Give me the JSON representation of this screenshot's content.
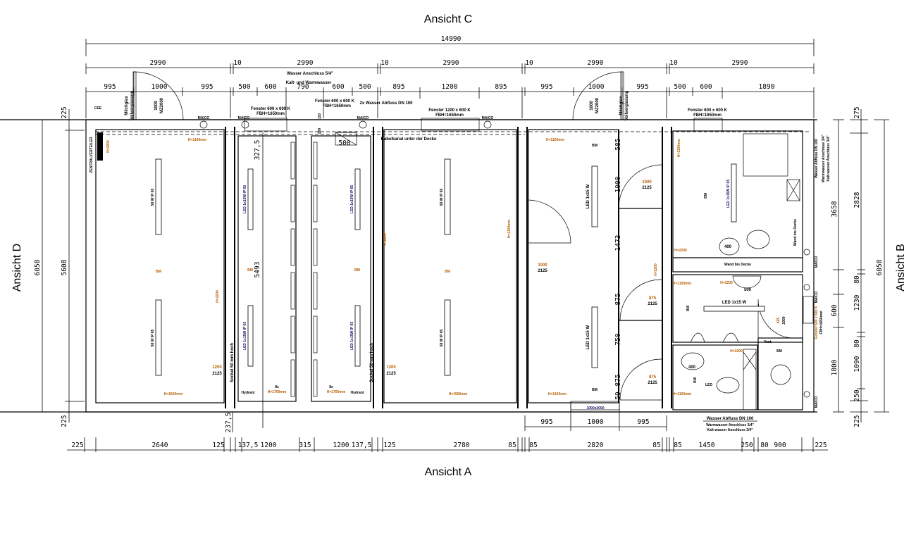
{
  "views": {
    "top": "Ansicht C",
    "bottom": "Ansicht A",
    "left": "Ansicht D",
    "right": "Ansicht B"
  },
  "dims_top": {
    "overall": "14990",
    "modules": [
      "2990",
      "10",
      "2990",
      "10",
      "2990",
      "10",
      "2990",
      "10",
      "2990"
    ],
    "details": [
      "995",
      "1000",
      "995",
      "500",
      "600",
      "790",
      "600",
      "500",
      "895",
      "1200",
      "895",
      "995",
      "1000",
      "995",
      "500",
      "600",
      "1890"
    ]
  },
  "dims_bottom": {
    "row1": [
      "995",
      "1000",
      "995"
    ],
    "row2": [
      "225",
      "2640",
      "125",
      "137,5",
      "1200",
      "315",
      "1200",
      "137,5",
      "125",
      "2780",
      "85",
      "85",
      "2820",
      "85",
      "85",
      "1450",
      "250",
      "80",
      "900",
      "225"
    ],
    "offset": "237,5"
  },
  "dims_left": {
    "overall": "6058",
    "inner": "5608",
    "top": "225",
    "bottom": "225"
  },
  "dims_right": {
    "outer": [
      "275",
      "2828",
      "80",
      "1230",
      "80",
      "1090",
      "250",
      "225"
    ],
    "inner": [
      "3658",
      "600",
      "1800"
    ],
    "overall": "6058"
  },
  "annotations": {
    "cee": "CEE",
    "milchglas": "Milchglas",
    "vollverglasung": "Vollverglasung",
    "door_1000": "1000",
    "door_mz": "MZ2000",
    "maico": "MAICO",
    "fenster_600": "Fenster 600 x 600 K",
    "fbh": "FBH=1650mm",
    "wasser_anschluss": "Wasser Anschluss 5/4\"",
    "kalt_warm": "Kalt- und Warmwasser",
    "abfluss_2x": "2x Wasser Abfluss DN 100",
    "fenster_1200": "Fenster 1200 x 600 K",
    "kabelkanal": "Kabelkanal unter der Decke",
    "zentralverteiler": "ZENTRALVERTEILER",
    "h2000": "H=2000",
    "h1100": "H=1100mm",
    "h1500": "H=1500mm",
    "h1700": "H=1700mm",
    "h2200": "H=2200",
    "lamp58": "58 W IP 65",
    "led_ip": "LED 1x15W IP 65",
    "led15": "LED 1x15 W",
    "bm": "BM",
    "sockel": "Sockel 50 mm hoch",
    "hydrant": "Hydrant",
    "sx": "8x",
    "dim_327": "327,5",
    "dim_5493": "5493",
    "dim_500": "500",
    "dim_110": "110",
    "dim_200": "200",
    "door_1200": "1200",
    "door_2125": "2125",
    "door_1000b": "1000",
    "door_875": "875",
    "corr_dims": [
      "585",
      "1000",
      "1473",
      "875",
      "750",
      "875",
      "50"
    ],
    "door_1000x2000": "1000x2000",
    "wand_decke": "Wand bis Decke",
    "sink_400": "400",
    "sink_500": "500",
    "door_625": "625",
    "door_2000": "2000",
    "vent": "Vent.",
    "led": "LED",
    "wasser_abfluss": "Wasser Abfluss DN 100",
    "warmwasser": "Warmwasser Anschluss 3/4\"",
    "kaltwasser": "Kalt-wasser Anschluss 3/4\""
  }
}
